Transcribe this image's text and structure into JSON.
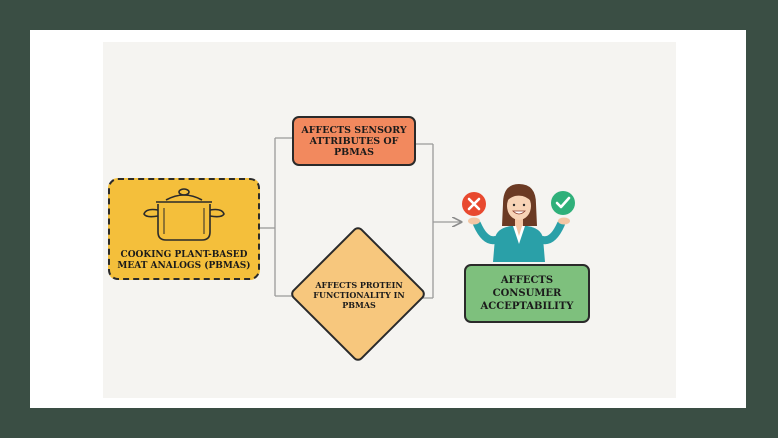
{
  "diagram": {
    "nodes": {
      "cooking": {
        "label": "COOKING PLANT-BASED MEAT ANALOGS (PBMAS)",
        "icon": "cooking-pot-icon",
        "color": "#f4bf3b"
      },
      "sensory": {
        "label": "AFFECTS SENSORY ATTRIBUTES OF PBMAS",
        "color": "#f2895e"
      },
      "protein": {
        "label": "AFFECTS PROTEIN FUNCTIONALITY IN PBMAS",
        "color": "#f7c77d"
      },
      "consumer": {
        "label": "AFFECTS CONSUMER ACCEPTABILITY",
        "icon": "consumer-deciding-icon",
        "color": "#7ec07d"
      }
    },
    "icons": {
      "reject": "reject-x-icon",
      "accept": "accept-check-icon"
    },
    "colors": {
      "frame": "#3a4e44",
      "reject": "#e8492f",
      "accept": "#2fb07a"
    }
  }
}
